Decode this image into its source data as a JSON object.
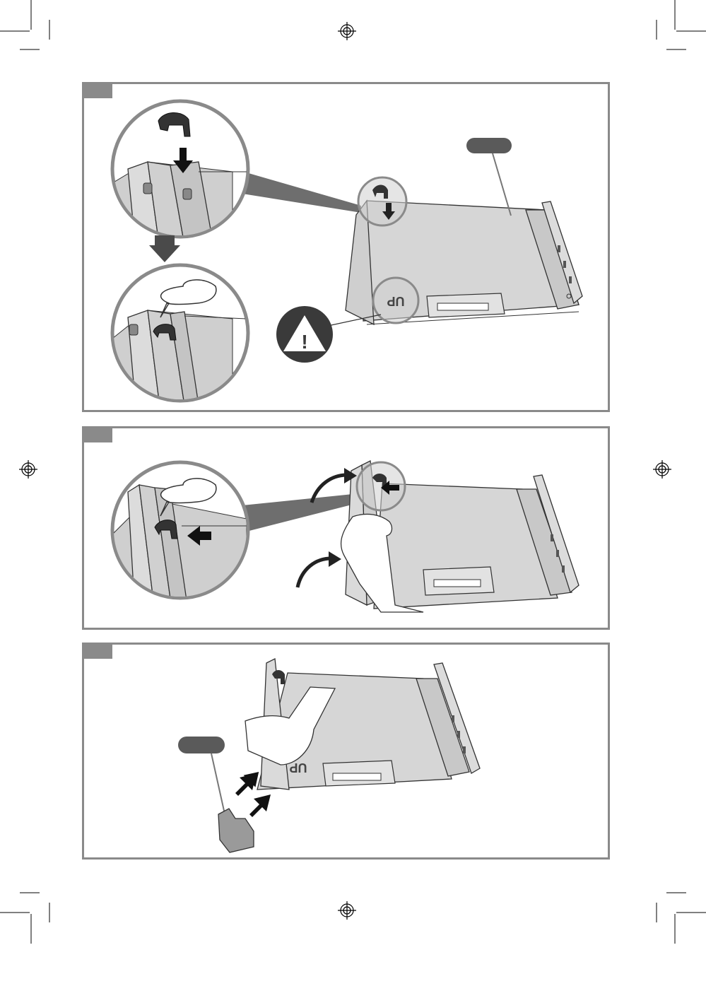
{
  "document": {
    "type": "assembly-instructions",
    "panels": [
      {
        "id": "step-a",
        "warning_symbol": "!",
        "callout_label": "",
        "illustration_label": "UP",
        "arrow_label": "↓↓"
      },
      {
        "id": "step-b",
        "illustration_label": ""
      },
      {
        "id": "step-c",
        "callout_label": "",
        "illustration_label": "UP",
        "arrow_label": "↓↓"
      }
    ],
    "colors": {
      "panel_border": "#8a8a8a",
      "tray_fill": "#d4d4d4",
      "outline": "#333333",
      "callout_fill": "#5a5a5a",
      "arrow": "#222222",
      "warning_fill": "#3a3a3a"
    },
    "icons": [
      "registration-mark-icon",
      "warning-icon",
      "down-arrow-icon",
      "curved-arrow-icon",
      "hand-illustration"
    ]
  }
}
